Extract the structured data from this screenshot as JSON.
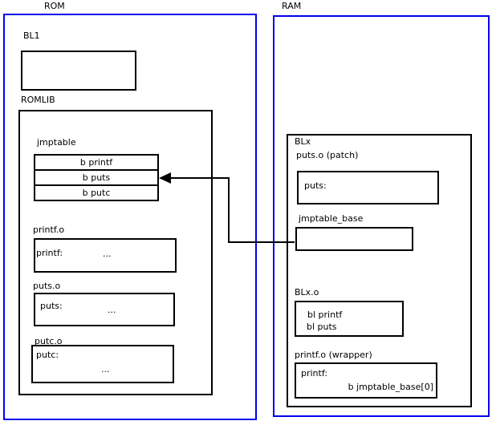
{
  "colors": {
    "frame_blue": "#0000ee",
    "border_black": "#000000",
    "background": "#ffffff",
    "text_black": "#000000"
  },
  "rom": {
    "title": "ROM",
    "bl1": {
      "label": "BL1"
    },
    "romlib": {
      "label": "ROMLIB",
      "jmptable": {
        "label": "jmptable",
        "rows": [
          "b printf",
          "b puts",
          "b putc"
        ]
      },
      "objects": [
        {
          "label": "printf.o",
          "symbol": "printf:",
          "body": "..."
        },
        {
          "label": "puts.o",
          "symbol": "puts:",
          "body": "..."
        },
        {
          "label": "putc.o",
          "symbol": "putc:",
          "body": "..."
        }
      ]
    }
  },
  "ram": {
    "title": "RAM",
    "blx": {
      "label": "BLx",
      "puts_patch": {
        "label": "puts.o (patch)",
        "symbol": "puts:"
      },
      "jmptable_base": {
        "label": "jmptable_base"
      },
      "blx_o": {
        "label": "BLx.o",
        "lines": [
          "bl printf",
          "bl puts"
        ]
      },
      "printf_wrapper": {
        "label": "printf.o (wrapper)",
        "symbol": "printf:",
        "body": "b jmptable_base[0]"
      }
    }
  },
  "connectors": [
    {
      "from": "jmptable_base",
      "to": "jmptable row b puts",
      "style": "solid black arrow pointing left"
    }
  ]
}
